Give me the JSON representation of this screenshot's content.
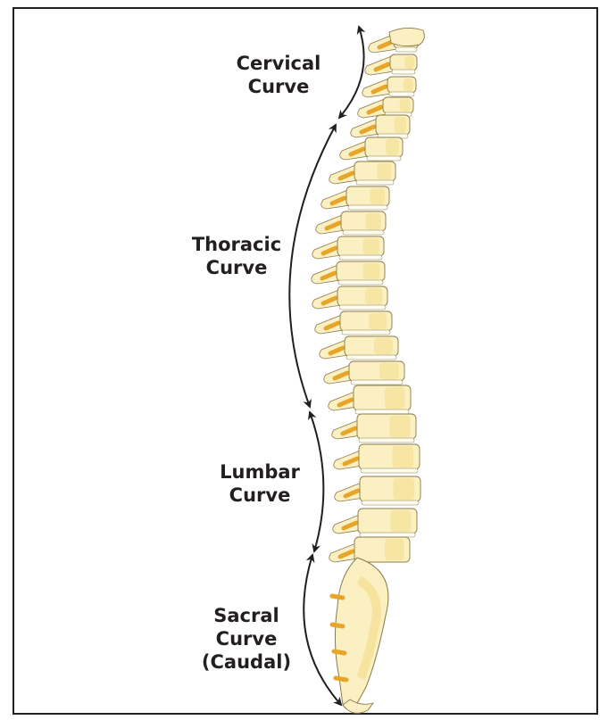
{
  "labels": {
    "cervical": {
      "line1": "Cervical",
      "line2": "Curve"
    },
    "thoracic": {
      "line1": "Thoracic",
      "line2": "Curve"
    },
    "lumbar": {
      "line1": "Lumbar",
      "line2": "Curve"
    },
    "sacral": {
      "line1": "Sacral",
      "line2": "Curve",
      "line3": "(Caudal)"
    }
  },
  "colors": {
    "bone": "#fbf0c2",
    "bone_shade": "#f3de8e",
    "bone_outline": "#8a7a4a",
    "disc": "#fffdf1",
    "ligament": "#e7a52a",
    "arrow": "#231f20",
    "frame": "#231f20"
  },
  "icons": [
    "spine-illustration",
    "double-headed-curved-arrow"
  ]
}
